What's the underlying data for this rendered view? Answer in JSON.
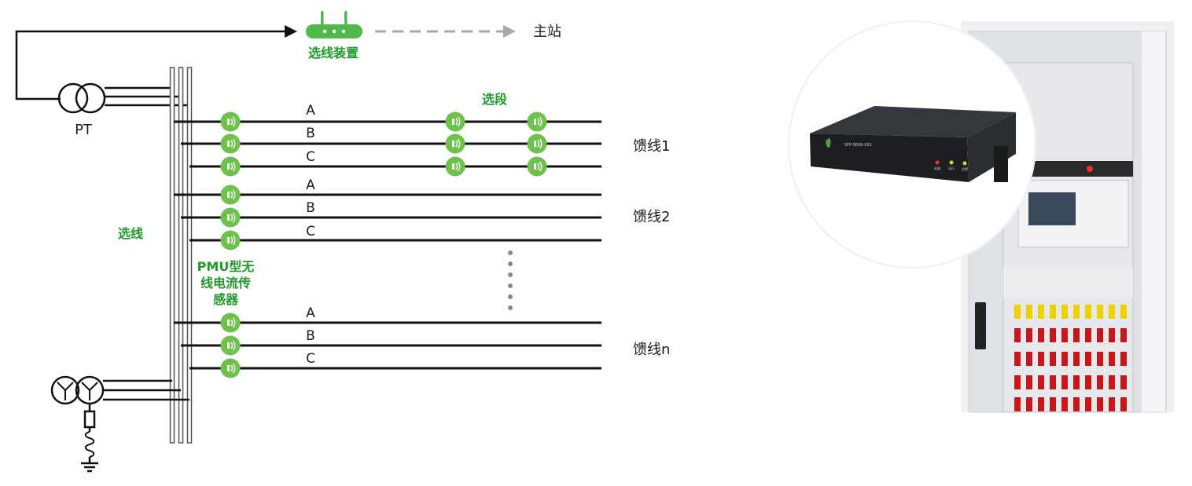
{
  "device": {
    "label": "选线装置",
    "master_label": "主站"
  },
  "pt_label": "PT",
  "selection_label": "选线",
  "segment_label": "选段",
  "sensor_label": {
    "line1": "PMU型无",
    "line2": "线电流传",
    "line3": "感器"
  },
  "feeders": [
    {
      "name": "馈线1",
      "phases": [
        "A",
        "B",
        "C"
      ]
    },
    {
      "name": "馈线2",
      "phases": [
        "A",
        "B",
        "C"
      ]
    },
    {
      "name": "馈线n",
      "phases": [
        "A",
        "B",
        "C"
      ]
    }
  ],
  "photo_device": {
    "model": "SFP-SEK6-001",
    "indicator_labels": [
      "电源",
      "运行",
      "告警"
    ]
  },
  "colors": {
    "accent_green": "#2a9d2a",
    "sensor_green": "#6cc24a",
    "line_black": "#111111",
    "arrow_gray": "#a8a8a8",
    "cabinet_red": "#c8161d",
    "cabinet_yellow": "#f0d000"
  }
}
